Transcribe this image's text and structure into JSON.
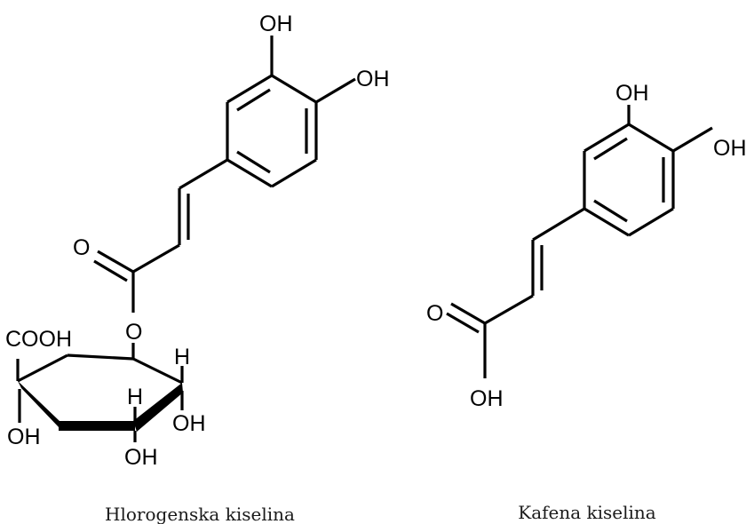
{
  "chlorogenic_acid": {
    "caption": "Hlorogenska kiselina",
    "atoms": {
      "oh_top": "OH",
      "oh_right": "OH",
      "carbonyl_o": "O",
      "ester_o": "O",
      "cooh": "COOH",
      "h_right": "H",
      "h_middle": "H",
      "oh_ring_right": "OH",
      "oh_ring_left": "OH",
      "oh_ring_bottom": "OH"
    }
  },
  "caffeic_acid": {
    "caption": "Kafena kiselina",
    "atoms": {
      "oh_top": "OH",
      "oh_right": "OH",
      "carbonyl_o": "O",
      "oh_acid": "OH"
    }
  },
  "colors": {
    "ink": "#000000",
    "background": "#ffffff"
  }
}
